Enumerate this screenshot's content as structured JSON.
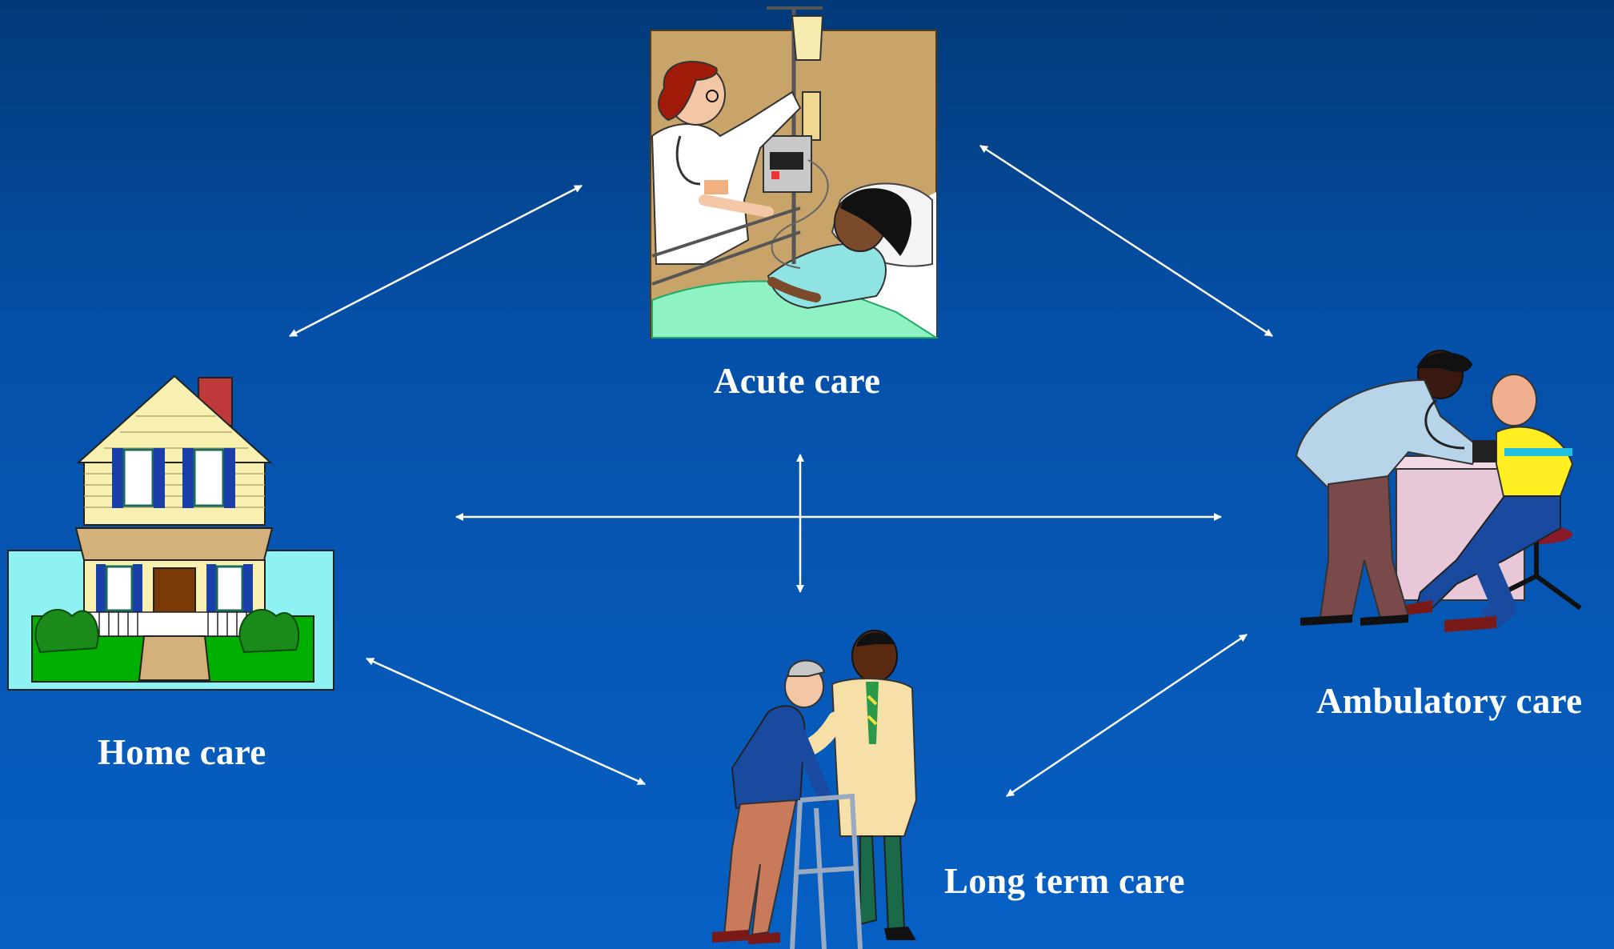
{
  "slide": {
    "background_top": "#023a78",
    "background_bottom": "#0660c4",
    "arrow_color": "#ffffff"
  },
  "nodes": {
    "acute": {
      "label": "Acute care",
      "icon": "hospital-bed-icon"
    },
    "home": {
      "label": "Home care",
      "icon": "house-icon"
    },
    "ambulatory": {
      "label": "Ambulatory care",
      "icon": "doctor-patient-icon"
    },
    "longterm": {
      "label": "Long term care",
      "icon": "walker-icon"
    }
  }
}
